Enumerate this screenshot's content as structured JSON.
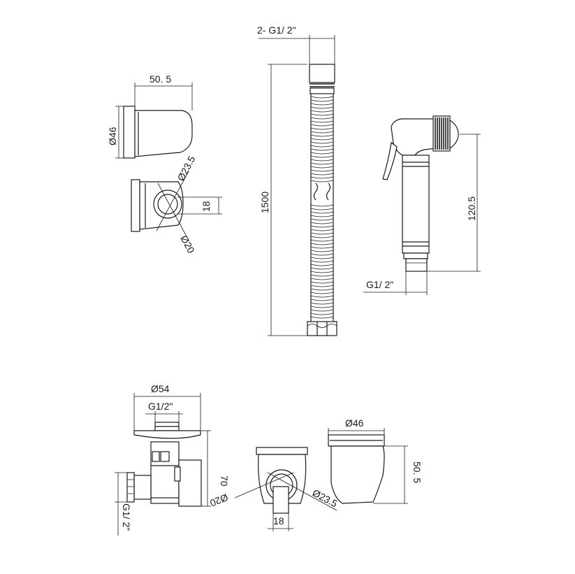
{
  "dims": {
    "hose_thread": "2- G1/ 2\"",
    "hose_length": "1500",
    "holder_width": "50. 5",
    "holder_dia": "Ø46",
    "holder_hole": "Ø23.5",
    "holder_inner": "Ø20",
    "holder_18": "18",
    "sprayer_len": "120.5",
    "sprayer_thread": "G1/ 2\"",
    "valve_dia": "Ø54",
    "valve_thread_top": "G1/2\"",
    "valve_height": "70",
    "valve_thread_side": "G1/ 2\"",
    "front_inner": "Ø20",
    "front_hole": "Ø23.5",
    "front_18": "18",
    "side_dia": "Ø46",
    "side_height": "50. 5"
  }
}
